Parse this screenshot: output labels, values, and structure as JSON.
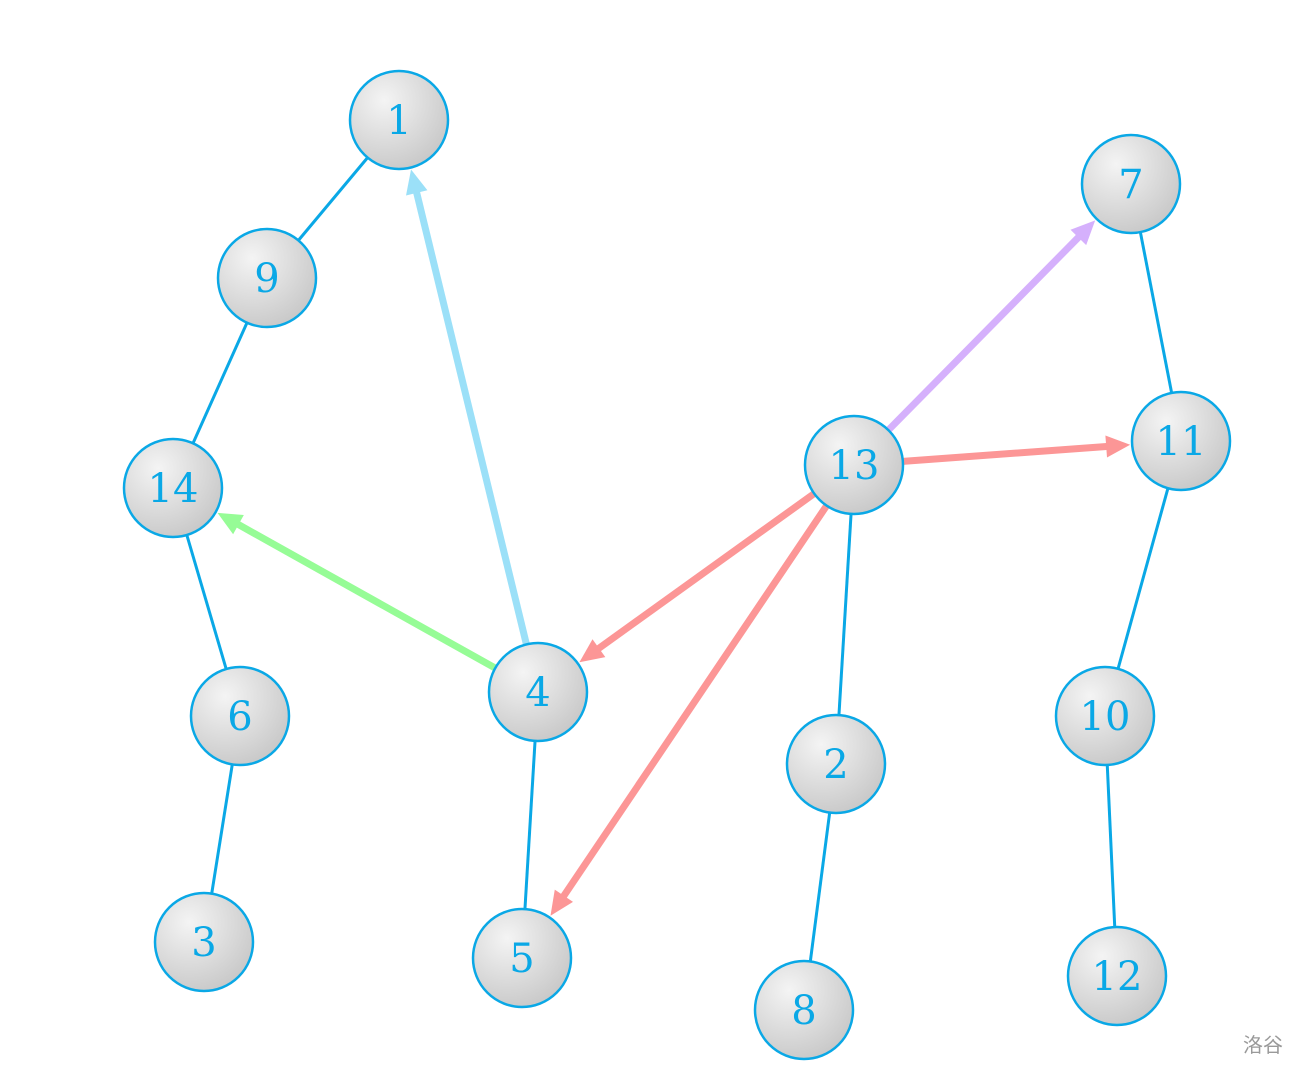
{
  "colors": {
    "node_stroke": "#0aa8e6",
    "node_fill_light": "#f4f4f4",
    "node_fill_dark": "#c8c8c8",
    "label": "#0aa8e6",
    "tree_edge": "#0aa8e6",
    "arrow_blue": "#9be0f8",
    "arrow_green": "#96fc96",
    "arrow_purple": "#d5b0fc",
    "arrow_red": "#fc9696"
  },
  "nodes": [
    {
      "id": "1",
      "label": "1"
    },
    {
      "id": "9",
      "label": "9"
    },
    {
      "id": "14",
      "label": "14"
    },
    {
      "id": "6",
      "label": "6"
    },
    {
      "id": "3",
      "label": "3"
    },
    {
      "id": "4",
      "label": "4"
    },
    {
      "id": "5",
      "label": "5"
    },
    {
      "id": "13",
      "label": "13"
    },
    {
      "id": "2",
      "label": "2"
    },
    {
      "id": "8",
      "label": "8"
    },
    {
      "id": "7",
      "label": "7"
    },
    {
      "id": "11",
      "label": "11"
    },
    {
      "id": "10",
      "label": "10"
    },
    {
      "id": "12",
      "label": "12"
    }
  ],
  "tree_edges": [
    {
      "from": "1",
      "to": "9"
    },
    {
      "from": "9",
      "to": "14"
    },
    {
      "from": "14",
      "to": "6"
    },
    {
      "from": "6",
      "to": "3"
    },
    {
      "from": "4",
      "to": "5"
    },
    {
      "from": "13",
      "to": "2"
    },
    {
      "from": "2",
      "to": "8"
    },
    {
      "from": "7",
      "to": "11"
    },
    {
      "from": "11",
      "to": "10"
    },
    {
      "from": "10",
      "to": "12"
    }
  ],
  "arrows": [
    {
      "from": "4",
      "to": "1",
      "color": "arrow_blue"
    },
    {
      "from": "4",
      "to": "14",
      "color": "arrow_green"
    },
    {
      "from": "13",
      "to": "7",
      "color": "arrow_purple"
    },
    {
      "from": "13",
      "to": "11",
      "color": "arrow_red"
    },
    {
      "from": "13",
      "to": "4",
      "color": "arrow_red"
    },
    {
      "from": "13",
      "to": "5",
      "color": "arrow_red"
    }
  ],
  "watermark": "洛谷"
}
